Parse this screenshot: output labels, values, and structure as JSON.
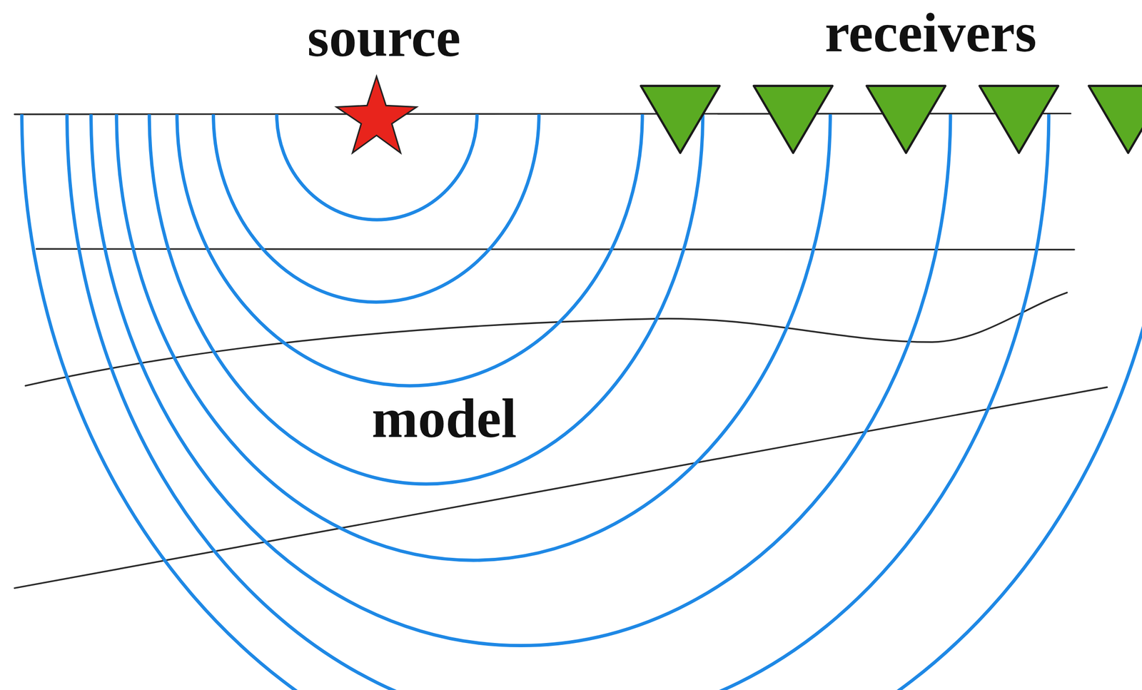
{
  "diagram": {
    "labels": [
      "source",
      "receivers",
      "model"
    ]
  }
}
